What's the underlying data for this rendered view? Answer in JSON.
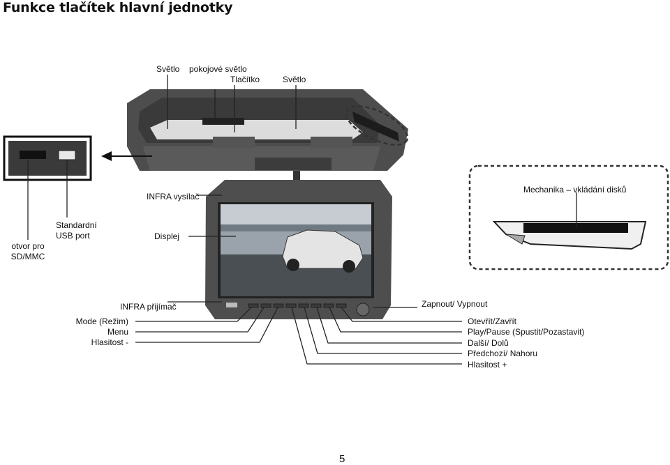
{
  "page": {
    "title": "Funkce tlačítek hlavní jednotky",
    "page_number": "5"
  },
  "labels": {
    "svetlo_left": "Světlo",
    "pokojove_svetlo": "pokojové světlo",
    "tlacitko": "Tlačítko",
    "svetlo_right": "Světlo",
    "infra_vysilac": "INFRA vysílač",
    "mechanika": "Mechanika – vkládání disků",
    "otvor_sd_line1": "otvor pro",
    "otvor_sd_line2": "SD/MMC",
    "usb_line1": "Standardní",
    "usb_line2": "USB port",
    "displej": "Displej",
    "infra_prijimac": "INFRA přijímač",
    "zapnout": "Zapnout/ Vypnout"
  },
  "left_buttons": [
    "Mode (Režim)",
    "Menu",
    "Hlasitost -"
  ],
  "right_buttons": [
    "Otevřít/Zavřít",
    "Play/Pause (Spustit/Pozastavit)",
    "Další/ Dolů",
    "Předchozí/ Nahoru",
    "Hlasitost +"
  ],
  "colors": {
    "device_body": "#4a4a4a",
    "device_dark": "#2b2b2b",
    "screen_sky": "#9aa3ab",
    "dashed_border": "#333333"
  }
}
